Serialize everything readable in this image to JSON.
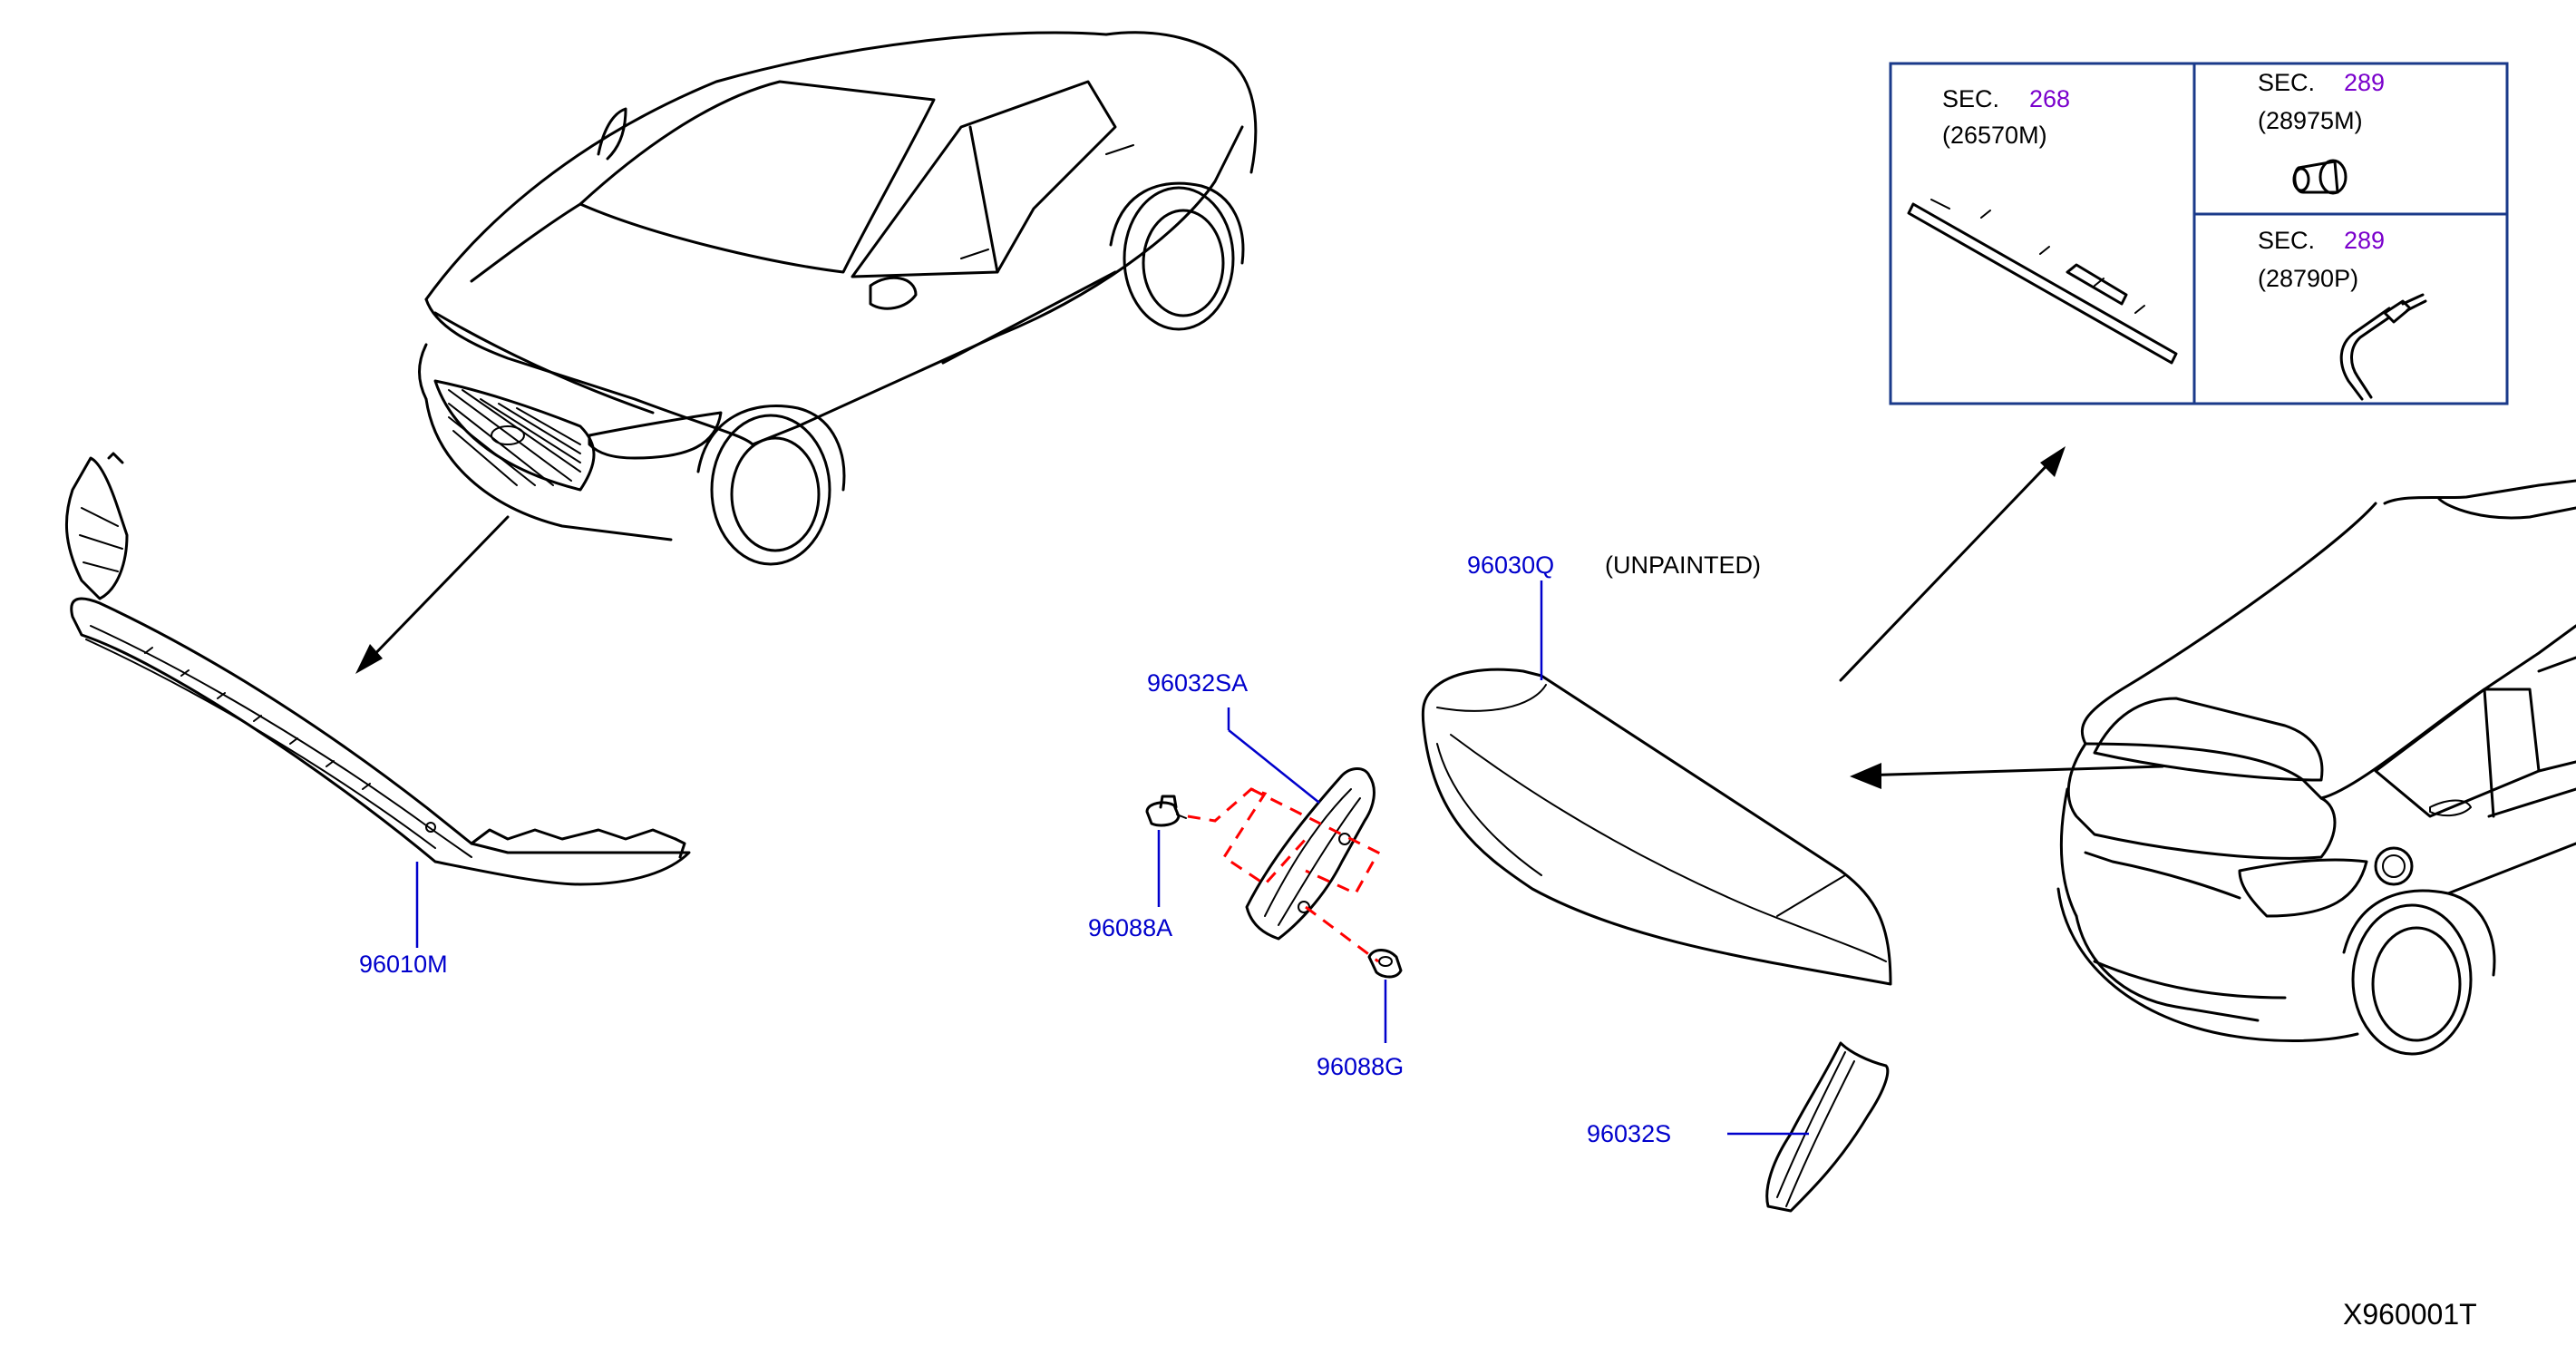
{
  "parts": {
    "p96010M": "96010M",
    "p96030Q": "96030Q",
    "p96030Q_note": "(UNPAINTED)",
    "p96032SA": "96032SA",
    "p96088A": "96088A",
    "p96088G": "96088G",
    "p96032S": "96032S"
  },
  "sections": {
    "sec1_label": "SEC.",
    "sec1_num": "268",
    "sec1_part": "(26570M)",
    "sec2_label": "SEC.",
    "sec2_num": "289",
    "sec2_part": "(28975M)",
    "sec3_label": "SEC.",
    "sec3_num": "289",
    "sec3_part": "(28790P)"
  },
  "diagram_id": "X960001T",
  "colors": {
    "part_link": "#0000cc",
    "section_link": "#7a00cc",
    "box_border": "#1a3a8a",
    "clip_dash": "#ff0000"
  }
}
